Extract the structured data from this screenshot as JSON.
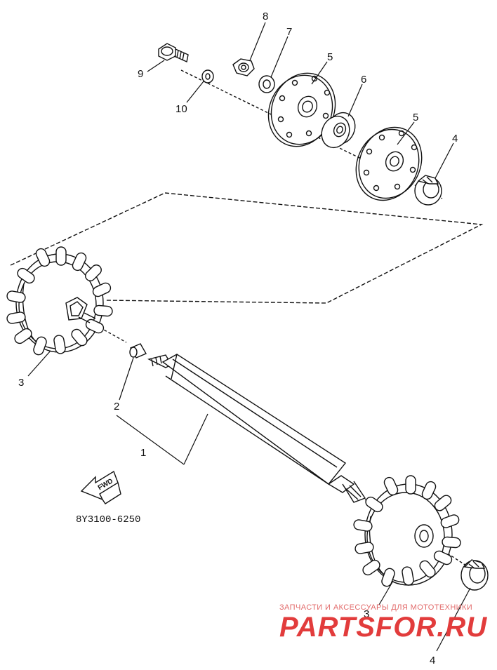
{
  "diagram": {
    "labels": {
      "p1": "1",
      "p2": "2",
      "p3a": "3",
      "p3b": "3",
      "p4a": "4",
      "p4b": "4",
      "p5a": "5",
      "p5b": "5",
      "p6": "6",
      "p7": "7",
      "p8": "8",
      "p9": "9",
      "p10": "10"
    },
    "fwd_label": "FWD",
    "drawing_code": "8Y3100-6250"
  },
  "watermark": {
    "tagline": "ЗАПЧАСТИ И АКСЕССУАРЫ ДЛЯ МОТОТЕХНИКИ",
    "logo": "PARTSFOR.RU"
  },
  "colors": {
    "line": "#111111",
    "watermark": "#e23c3c"
  }
}
